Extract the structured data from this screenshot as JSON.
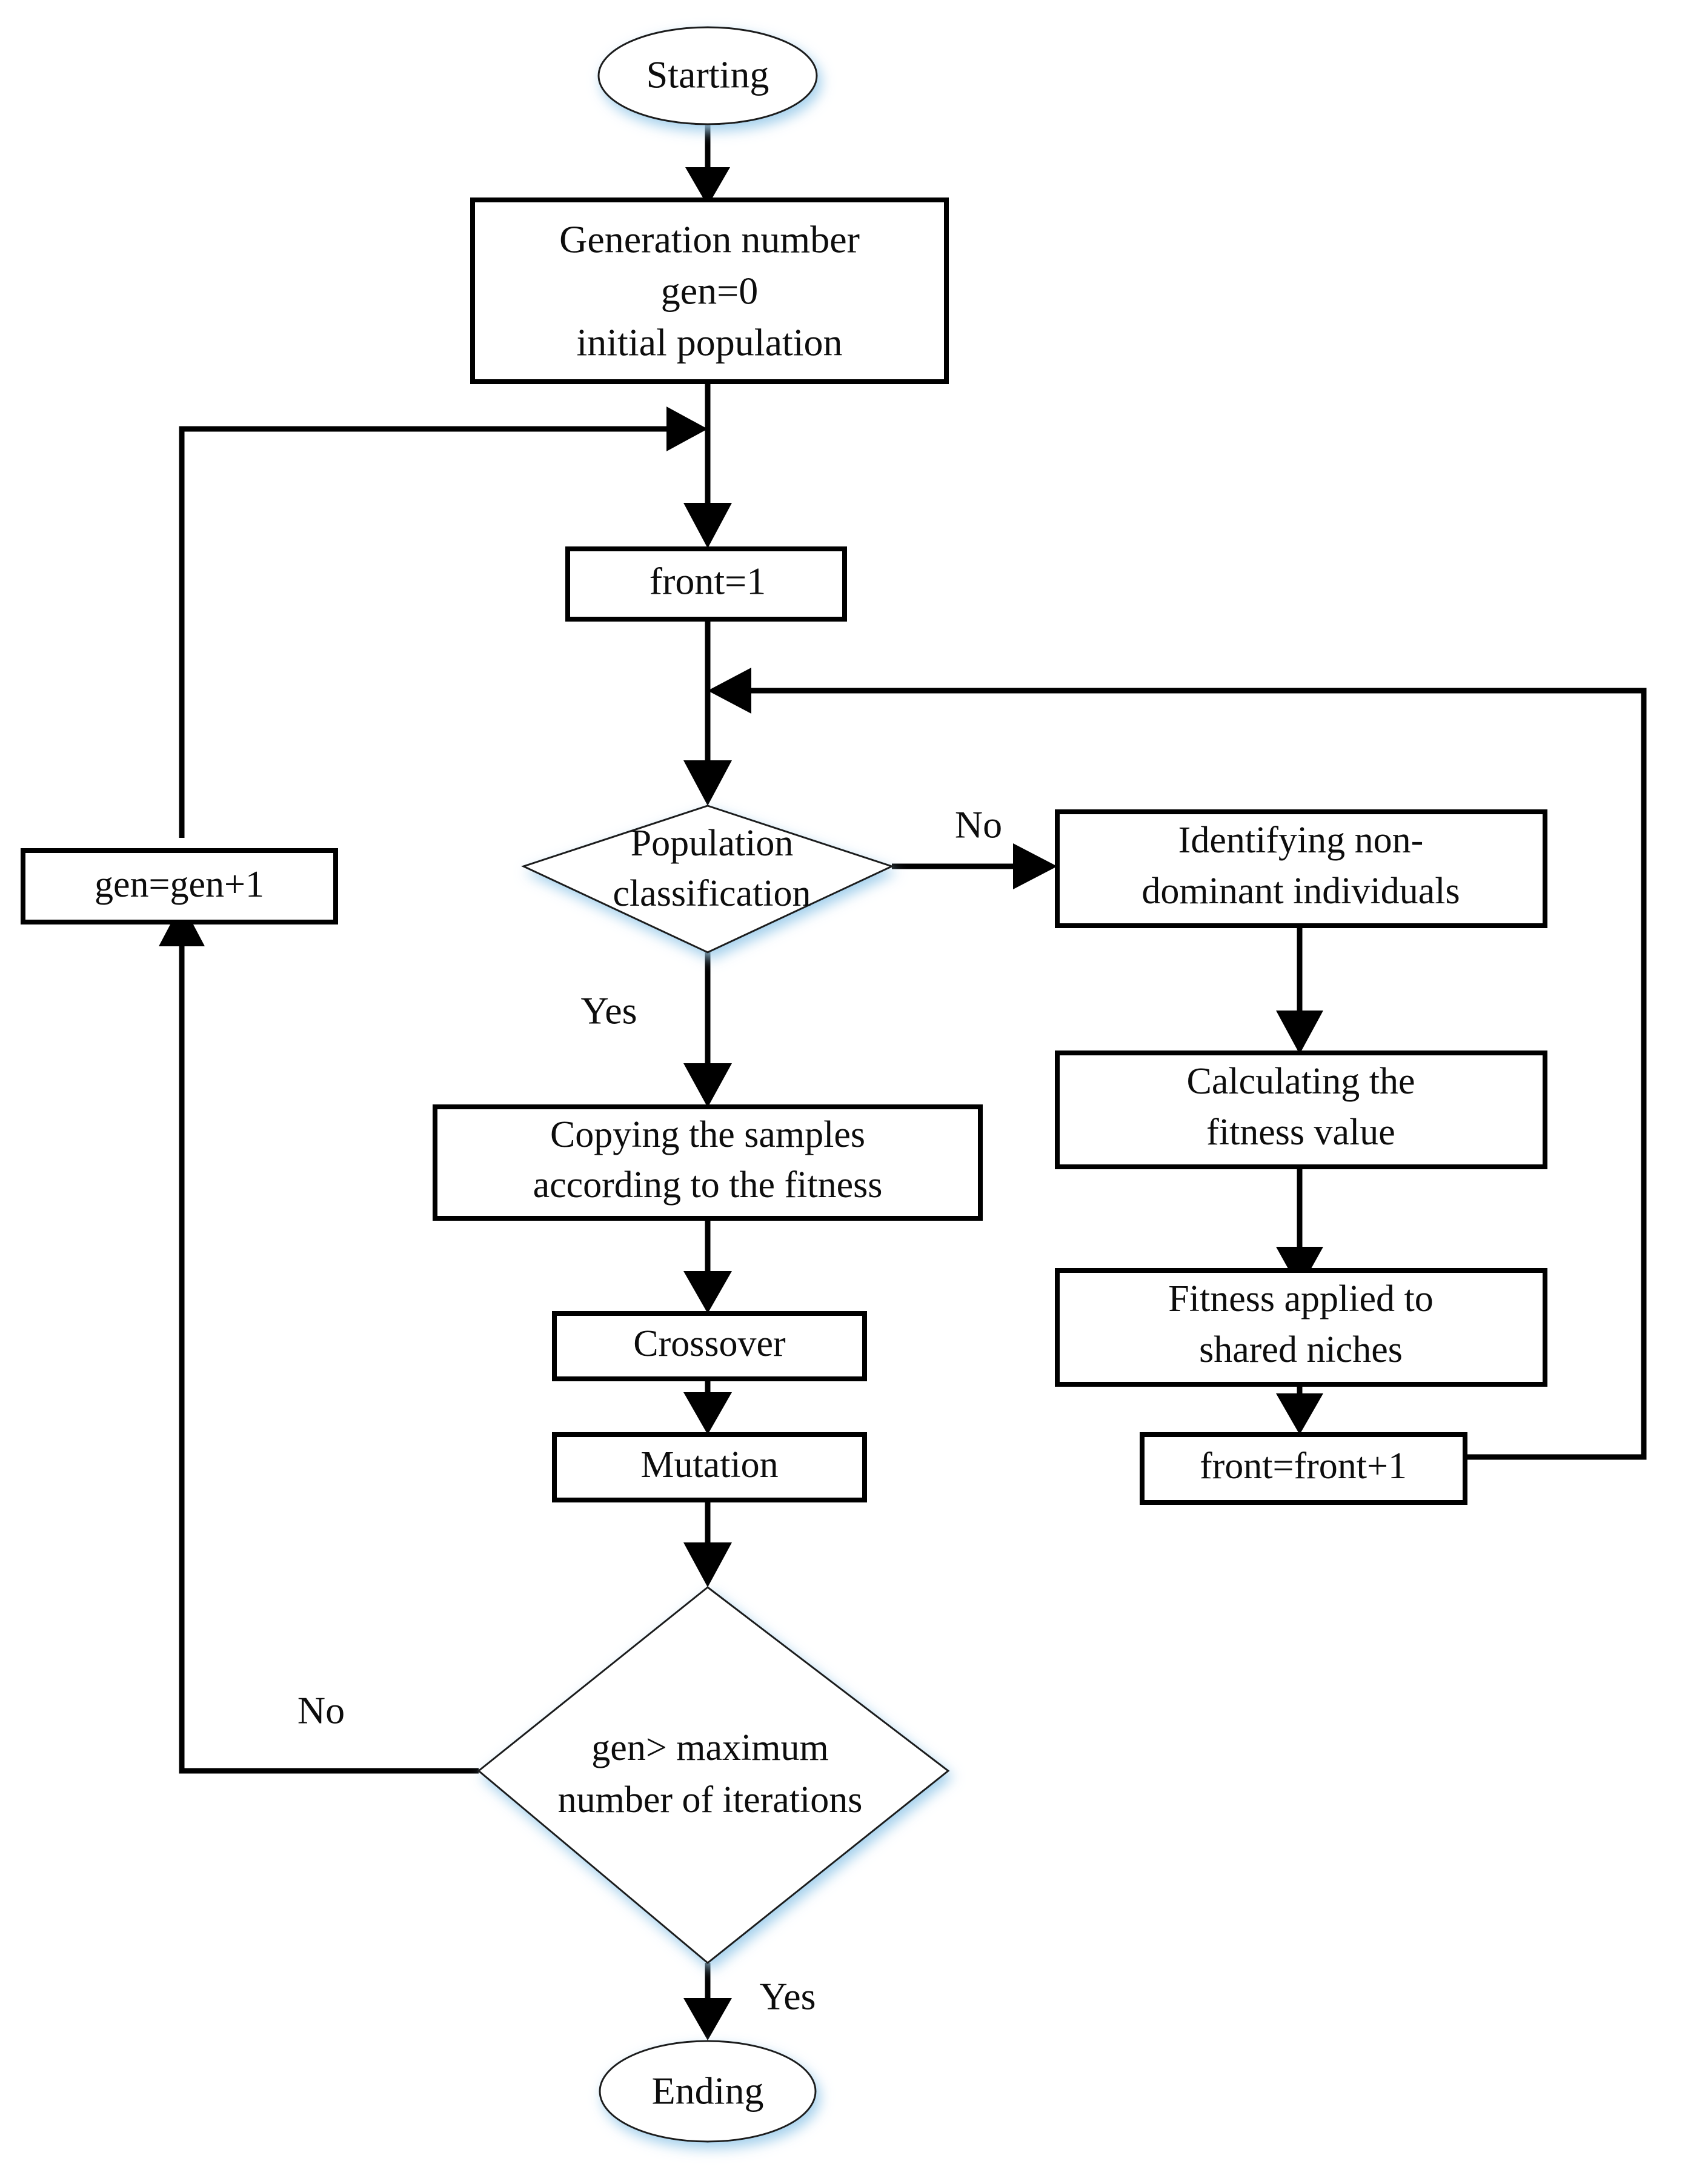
{
  "diagram": {
    "title": "Multi-objective genetic algorithm flowchart",
    "accent_glow_color": "#bfe0f5",
    "line_color": "#000000",
    "node_fill": "#ffffff"
  },
  "nodes": {
    "start": {
      "shape": "ellipse",
      "label": "Starting"
    },
    "init": {
      "shape": "process",
      "line1": "Generation number",
      "line2": "gen=0",
      "line3": "initial population"
    },
    "front_init": {
      "shape": "process",
      "label": "front=1"
    },
    "decision_population": {
      "shape": "decision",
      "line1": "Population",
      "line2": "classification"
    },
    "identify": {
      "shape": "process",
      "line1": "Identifying non-",
      "line2": "dominant individuals"
    },
    "calc_fitness": {
      "shape": "process",
      "line1": "Calculating the",
      "line2": "fitness value"
    },
    "shared_niches": {
      "shape": "process",
      "line1": "Fitness applied to",
      "line2": "shared niches"
    },
    "front_increment": {
      "shape": "process",
      "label": "front=front+1"
    },
    "copying": {
      "shape": "process",
      "line1": "Copying the samples",
      "line2": "according to the fitness"
    },
    "crossover": {
      "shape": "process",
      "label": "Crossover"
    },
    "mutation": {
      "shape": "process",
      "label": "Mutation"
    },
    "gen_increment": {
      "shape": "process",
      "label": "gen=gen+1"
    },
    "decision_iterations": {
      "shape": "decision",
      "line1": "gen> maximum",
      "line2": "number of iterations"
    },
    "end": {
      "shape": "ellipse",
      "label": "Ending"
    }
  },
  "edge_labels": {
    "population_no": "No",
    "population_yes": "Yes",
    "iterations_no": "No",
    "iterations_yes": "Yes"
  }
}
